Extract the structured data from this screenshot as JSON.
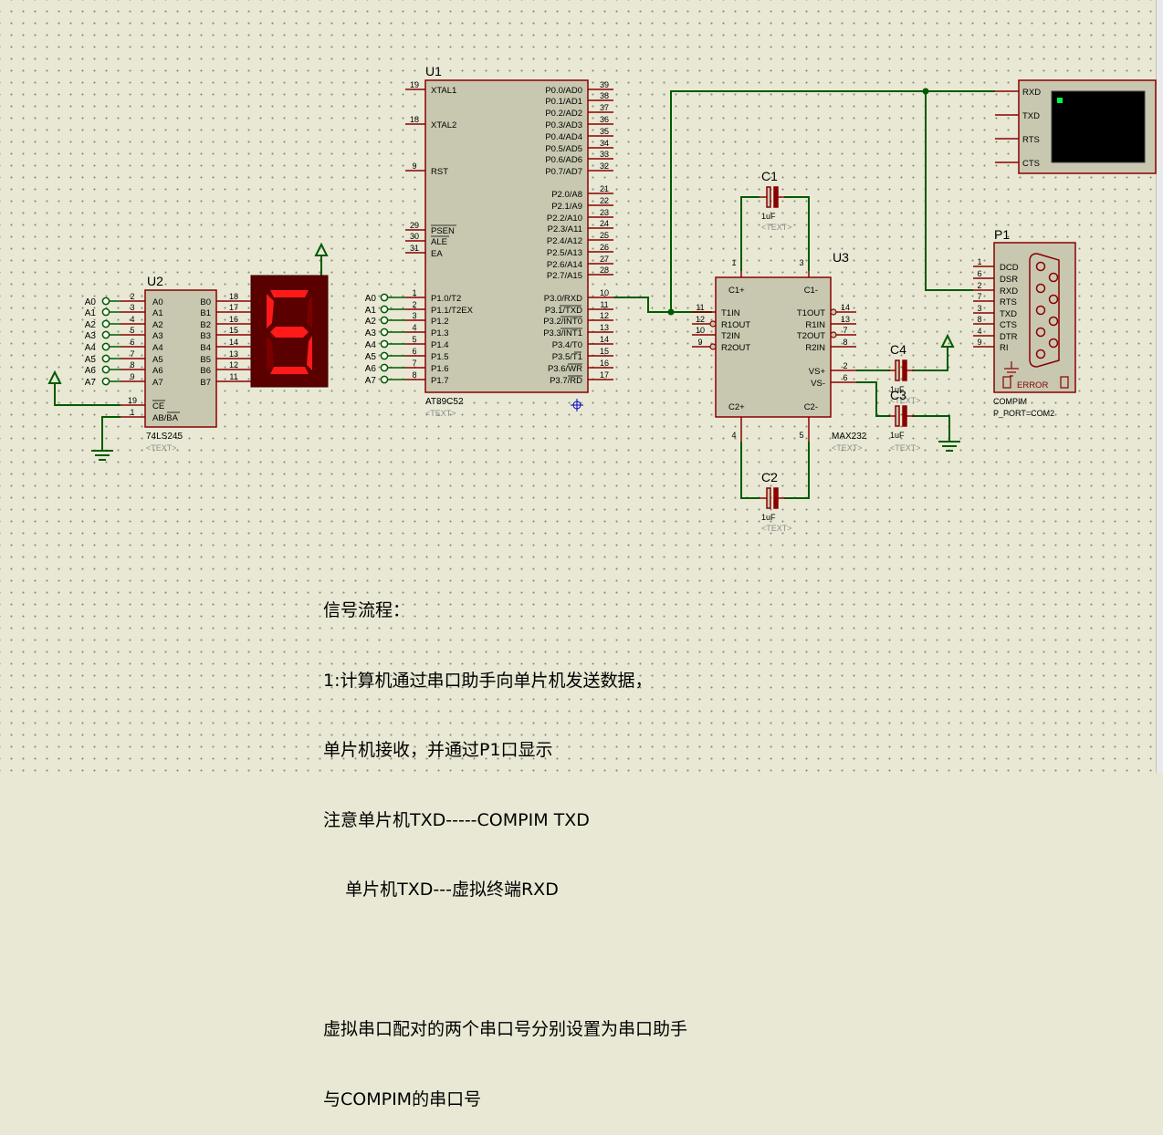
{
  "u1": {
    "ref": "U1",
    "part": "AT89C52",
    "text_tag": "<TEXT>",
    "left_pins": [
      {
        "num": "19",
        "name": "XTAL1"
      },
      {
        "num": "18",
        "name": "XTAL2"
      },
      {
        "num": "9",
        "name": "RST"
      },
      {
        "num": "29",
        "name": "PSEN"
      },
      {
        "num": "30",
        "name": "ALE"
      },
      {
        "num": "31",
        "name": "EA"
      },
      {
        "num": "1",
        "name": "P1.0/T2",
        "net": "A0"
      },
      {
        "num": "2",
        "name": "P1.1/T2EX",
        "net": "A1"
      },
      {
        "num": "3",
        "name": "P1.2",
        "net": "A2"
      },
      {
        "num": "4",
        "name": "P1.3",
        "net": "A3"
      },
      {
        "num": "5",
        "name": "P1.4",
        "net": "A4"
      },
      {
        "num": "6",
        "name": "P1.5",
        "net": "A5"
      },
      {
        "num": "7",
        "name": "P1.6",
        "net": "A6"
      },
      {
        "num": "8",
        "name": "P1.7",
        "net": "A7"
      }
    ],
    "right_pins": [
      {
        "num": "39",
        "name": "P0.0/AD0"
      },
      {
        "num": "38",
        "name": "P0.1/AD1"
      },
      {
        "num": "37",
        "name": "P0.2/AD2"
      },
      {
        "num": "36",
        "name": "P0.3/AD3"
      },
      {
        "num": "35",
        "name": "P0.4/AD4"
      },
      {
        "num": "34",
        "name": "P0.5/AD5"
      },
      {
        "num": "33",
        "name": "P0.6/AD6"
      },
      {
        "num": "32",
        "name": "P0.7/AD7"
      },
      {
        "num": "21",
        "name": "P2.0/A8"
      },
      {
        "num": "22",
        "name": "P2.1/A9"
      },
      {
        "num": "23",
        "name": "P2.2/A10"
      },
      {
        "num": "24",
        "name": "P2.3/A11"
      },
      {
        "num": "25",
        "name": "P2.4/A12"
      },
      {
        "num": "26",
        "name": "P2.5/A13"
      },
      {
        "num": "27",
        "name": "P2.6/A14"
      },
      {
        "num": "28",
        "name": "P2.7/A15"
      },
      {
        "num": "10",
        "name": "P3.0/RXD"
      },
      {
        "num": "11",
        "name": "P3.1/TXD"
      },
      {
        "num": "12",
        "name": "P3.2/INT0"
      },
      {
        "num": "13",
        "name": "P3.3/INT1"
      },
      {
        "num": "14",
        "name": "P3.4/T0"
      },
      {
        "num": "15",
        "name": "P3.5/T1"
      },
      {
        "num": "16",
        "name": "P3.6/WR"
      },
      {
        "num": "17",
        "name": "P3.7/RD"
      }
    ]
  },
  "u2": {
    "ref": "U2",
    "part": "74LS245",
    "text_tag": "<TEXT>",
    "a_pins": [
      {
        "num": "2",
        "name": "A0",
        "net": "A0"
      },
      {
        "num": "3",
        "name": "A1",
        "net": "A1"
      },
      {
        "num": "4",
        "name": "A2",
        "net": "A2"
      },
      {
        "num": "5",
        "name": "A3",
        "net": "A3"
      },
      {
        "num": "6",
        "name": "A4",
        "net": "A4"
      },
      {
        "num": "7",
        "name": "A5",
        "net": "A5"
      },
      {
        "num": "8",
        "name": "A6",
        "net": "A6"
      },
      {
        "num": "9",
        "name": "A7",
        "net": "A7"
      }
    ],
    "b_pins": [
      {
        "num": "18",
        "name": "B0"
      },
      {
        "num": "17",
        "name": "B1"
      },
      {
        "num": "16",
        "name": "B2"
      },
      {
        "num": "15",
        "name": "B3"
      },
      {
        "num": "14",
        "name": "B4"
      },
      {
        "num": "13",
        "name": "B5"
      },
      {
        "num": "12",
        "name": "B6"
      },
      {
        "num": "11",
        "name": "B7"
      }
    ],
    "ce": {
      "num": "19",
      "name": "CE"
    },
    "dir": {
      "num": "1",
      "name": "AB/BA"
    }
  },
  "display": {
    "digit": "5",
    "color": "#ff1a1a"
  },
  "u3": {
    "ref": "U3",
    "part": "MAX232",
    "text_tag": "<TEXT>",
    "left_pins": [
      {
        "num": "11",
        "name": "T1IN"
      },
      {
        "num": "12",
        "name": "R1OUT"
      },
      {
        "num": "10",
        "name": "T2IN"
      },
      {
        "num": "9",
        "name": "R2OUT"
      }
    ],
    "right_pins": [
      {
        "num": "14",
        "name": "T1OUT"
      },
      {
        "num": "13",
        "name": "R1IN"
      },
      {
        "num": "7",
        "name": "T2OUT"
      },
      {
        "num": "8",
        "name": "R2IN"
      },
      {
        "num": "2",
        "name": "VS+"
      },
      {
        "num": "6",
        "name": "VS-"
      }
    ],
    "top_pins": [
      {
        "num": "1",
        "name": "C1+"
      },
      {
        "num": "3",
        "name": "C1-"
      }
    ],
    "bottom_pins": [
      {
        "num": "4",
        "name": "C2+"
      },
      {
        "num": "5",
        "name": "C2-"
      }
    ]
  },
  "capacitors": [
    {
      "ref": "C1",
      "value": "1uF",
      "text_tag": "<TEXT>"
    },
    {
      "ref": "C2",
      "value": "1uF",
      "text_tag": "<TEXT>"
    },
    {
      "ref": "C4",
      "value": "1uF",
      "text_tag": "<TEXT>"
    },
    {
      "ref": "C3",
      "value": "1uF",
      "text_tag": "<TEXT>"
    }
  ],
  "terminal": {
    "pins": [
      "RXD",
      "TXD",
      "RTS",
      "CTS"
    ]
  },
  "p1": {
    "ref": "P1",
    "part": "COMPIM",
    "property": "P_PORT=COM2",
    "pins": [
      {
        "num": "1",
        "name": "DCD"
      },
      {
        "num": "6",
        "name": "DSR"
      },
      {
        "num": "2",
        "name": "RXD"
      },
      {
        "num": "7",
        "name": "RTS"
      },
      {
        "num": "3",
        "name": "TXD"
      },
      {
        "num": "8",
        "name": "CTS"
      },
      {
        "num": "4",
        "name": "DTR"
      },
      {
        "num": "9",
        "name": "RI"
      }
    ],
    "error_label": "ERROR"
  },
  "notes": [
    "信号流程：",
    "1:计算机通过串口助手向单片机发送数据，",
    "单片机接收，并通过P1口显示",
    "注意单片机TXD-----COMPIM TXD",
    "    单片机TXD---虚拟终端RXD",
    "",
    "虚拟串口配对的两个串口号分别设置为串口助手",
    "与COMPIM的串口号"
  ],
  "colors": {
    "wire": "#005a00",
    "body_fill": "#c8c8b0",
    "body_stroke": "#8a0000",
    "pin": "#8a0000",
    "tag": "#8c8c8c"
  }
}
